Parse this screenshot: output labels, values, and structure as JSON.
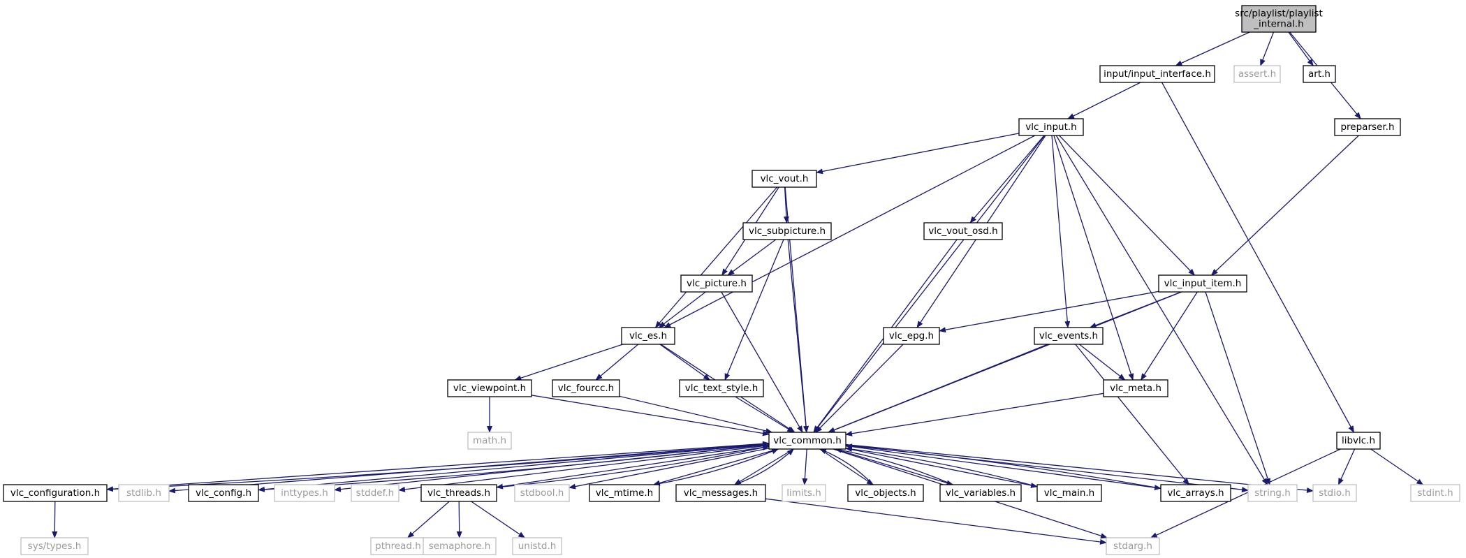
{
  "colors": {
    "edge": "#191970",
    "node_border": "#000000",
    "system_border": "#bfbfbf",
    "root_fill": "#bfbfbf",
    "system_text": "#9a9a9a"
  },
  "nodes": [
    {
      "id": "root",
      "lines": [
        "src/playlist/playlist",
        "_internal.h"
      ],
      "kind": "root"
    },
    {
      "id": "input_interface",
      "lines": [
        "input/input_interface.h"
      ],
      "kind": "normal"
    },
    {
      "id": "assert",
      "lines": [
        "assert.h"
      ],
      "kind": "system"
    },
    {
      "id": "art",
      "lines": [
        "art.h"
      ],
      "kind": "normal"
    },
    {
      "id": "preparser",
      "lines": [
        "preparser.h"
      ],
      "kind": "normal"
    },
    {
      "id": "vlc_input",
      "lines": [
        "vlc_input.h"
      ],
      "kind": "normal"
    },
    {
      "id": "vlc_vout",
      "lines": [
        "vlc_vout.h"
      ],
      "kind": "normal"
    },
    {
      "id": "vlc_subpicture",
      "lines": [
        "vlc_subpicture.h"
      ],
      "kind": "normal"
    },
    {
      "id": "vlc_vout_osd",
      "lines": [
        "vlc_vout_osd.h"
      ],
      "kind": "normal"
    },
    {
      "id": "vlc_picture",
      "lines": [
        "vlc_picture.h"
      ],
      "kind": "normal"
    },
    {
      "id": "vlc_input_item",
      "lines": [
        "vlc_input_item.h"
      ],
      "kind": "normal"
    },
    {
      "id": "vlc_es",
      "lines": [
        "vlc_es.h"
      ],
      "kind": "normal"
    },
    {
      "id": "vlc_epg",
      "lines": [
        "vlc_epg.h"
      ],
      "kind": "normal"
    },
    {
      "id": "vlc_events",
      "lines": [
        "vlc_events.h"
      ],
      "kind": "normal"
    },
    {
      "id": "vlc_viewpoint",
      "lines": [
        "vlc_viewpoint.h"
      ],
      "kind": "normal"
    },
    {
      "id": "vlc_fourcc",
      "lines": [
        "vlc_fourcc.h"
      ],
      "kind": "normal"
    },
    {
      "id": "vlc_text_style",
      "lines": [
        "vlc_text_style.h"
      ],
      "kind": "normal"
    },
    {
      "id": "vlc_meta",
      "lines": [
        "vlc_meta.h"
      ],
      "kind": "normal"
    },
    {
      "id": "math",
      "lines": [
        "math.h"
      ],
      "kind": "system"
    },
    {
      "id": "vlc_common",
      "lines": [
        "vlc_common.h"
      ],
      "kind": "normal"
    },
    {
      "id": "libvlc",
      "lines": [
        "libvlc.h"
      ],
      "kind": "normal"
    },
    {
      "id": "vlc_configuration",
      "lines": [
        "vlc_configuration.h"
      ],
      "kind": "normal"
    },
    {
      "id": "stdlib",
      "lines": [
        "stdlib.h"
      ],
      "kind": "system"
    },
    {
      "id": "vlc_config",
      "lines": [
        "vlc_config.h"
      ],
      "kind": "normal"
    },
    {
      "id": "inttypes",
      "lines": [
        "inttypes.h"
      ],
      "kind": "system"
    },
    {
      "id": "stddef",
      "lines": [
        "stddef.h"
      ],
      "kind": "system"
    },
    {
      "id": "vlc_threads",
      "lines": [
        "vlc_threads.h"
      ],
      "kind": "normal"
    },
    {
      "id": "stdbool",
      "lines": [
        "stdbool.h"
      ],
      "kind": "system"
    },
    {
      "id": "vlc_mtime",
      "lines": [
        "vlc_mtime.h"
      ],
      "kind": "normal"
    },
    {
      "id": "vlc_messages",
      "lines": [
        "vlc_messages.h"
      ],
      "kind": "normal"
    },
    {
      "id": "limits",
      "lines": [
        "limits.h"
      ],
      "kind": "system"
    },
    {
      "id": "vlc_objects",
      "lines": [
        "vlc_objects.h"
      ],
      "kind": "normal"
    },
    {
      "id": "vlc_variables",
      "lines": [
        "vlc_variables.h"
      ],
      "kind": "normal"
    },
    {
      "id": "vlc_main",
      "lines": [
        "vlc_main.h"
      ],
      "kind": "normal"
    },
    {
      "id": "vlc_arrays",
      "lines": [
        "vlc_arrays.h"
      ],
      "kind": "normal"
    },
    {
      "id": "string",
      "lines": [
        "string.h"
      ],
      "kind": "system"
    },
    {
      "id": "stdio",
      "lines": [
        "stdio.h"
      ],
      "kind": "system"
    },
    {
      "id": "stdint",
      "lines": [
        "stdint.h"
      ],
      "kind": "system"
    },
    {
      "id": "sys_types",
      "lines": [
        "sys/types.h"
      ],
      "kind": "system"
    },
    {
      "id": "pthread",
      "lines": [
        "pthread.h"
      ],
      "kind": "system"
    },
    {
      "id": "semaphore",
      "lines": [
        "semaphore.h"
      ],
      "kind": "system"
    },
    {
      "id": "unistd",
      "lines": [
        "unistd.h"
      ],
      "kind": "system"
    },
    {
      "id": "stdarg",
      "lines": [
        "stdarg.h"
      ],
      "kind": "system"
    }
  ],
  "edges": [
    [
      "root",
      "input_interface"
    ],
    [
      "root",
      "assert"
    ],
    [
      "root",
      "art"
    ],
    [
      "root",
      "preparser"
    ],
    [
      "input_interface",
      "vlc_input"
    ],
    [
      "input_interface",
      "libvlc"
    ],
    [
      "preparser",
      "vlc_input_item"
    ],
    [
      "vlc_input",
      "vlc_vout"
    ],
    [
      "vlc_input",
      "vlc_es"
    ],
    [
      "vlc_input",
      "vlc_epg"
    ],
    [
      "vlc_input",
      "vlc_vout_osd"
    ],
    [
      "vlc_input",
      "vlc_common"
    ],
    [
      "vlc_input",
      "vlc_events"
    ],
    [
      "vlc_input",
      "vlc_meta"
    ],
    [
      "vlc_input",
      "vlc_input_item"
    ],
    [
      "vlc_input",
      "string"
    ],
    [
      "vlc_vout",
      "vlc_subpicture"
    ],
    [
      "vlc_vout",
      "vlc_picture"
    ],
    [
      "vlc_vout",
      "vlc_es"
    ],
    [
      "vlc_vout",
      "vlc_common"
    ],
    [
      "vlc_subpicture",
      "vlc_picture"
    ],
    [
      "vlc_subpicture",
      "vlc_text_style"
    ],
    [
      "vlc_subpicture",
      "vlc_common"
    ],
    [
      "vlc_picture",
      "vlc_es"
    ],
    [
      "vlc_picture",
      "vlc_common"
    ],
    [
      "vlc_vout_osd",
      "vlc_common"
    ],
    [
      "vlc_input_item",
      "vlc_epg"
    ],
    [
      "vlc_input_item",
      "vlc_events"
    ],
    [
      "vlc_input_item",
      "vlc_meta"
    ],
    [
      "vlc_input_item",
      "vlc_common"
    ],
    [
      "vlc_input_item",
      "string"
    ],
    [
      "vlc_es",
      "vlc_viewpoint"
    ],
    [
      "vlc_es",
      "vlc_fourcc"
    ],
    [
      "vlc_es",
      "vlc_text_style"
    ],
    [
      "vlc_es",
      "vlc_common"
    ],
    [
      "vlc_epg",
      "vlc_common"
    ],
    [
      "vlc_events",
      "vlc_meta"
    ],
    [
      "vlc_events",
      "vlc_common"
    ],
    [
      "vlc_events",
      "vlc_arrays"
    ],
    [
      "vlc_viewpoint",
      "math"
    ],
    [
      "vlc_viewpoint",
      "vlc_common"
    ],
    [
      "vlc_fourcc",
      "vlc_common"
    ],
    [
      "vlc_text_style",
      "vlc_common"
    ],
    [
      "vlc_meta",
      "vlc_common"
    ],
    [
      "vlc_common",
      "vlc_configuration"
    ],
    [
      "vlc_common",
      "stdlib"
    ],
    [
      "vlc_common",
      "vlc_config"
    ],
    [
      "vlc_common",
      "inttypes"
    ],
    [
      "vlc_common",
      "stddef"
    ],
    [
      "vlc_common",
      "vlc_threads"
    ],
    [
      "vlc_common",
      "stdbool"
    ],
    [
      "vlc_common",
      "vlc_mtime"
    ],
    [
      "vlc_common",
      "vlc_messages"
    ],
    [
      "vlc_common",
      "limits"
    ],
    [
      "vlc_common",
      "vlc_objects"
    ],
    [
      "vlc_common",
      "vlc_variables"
    ],
    [
      "vlc_common",
      "vlc_main"
    ],
    [
      "vlc_common",
      "vlc_arrays"
    ],
    [
      "vlc_common",
      "string"
    ],
    [
      "vlc_common",
      "stdio"
    ],
    [
      "vlc_common",
      "stdarg"
    ],
    [
      "vlc_configuration",
      "vlc_common"
    ],
    [
      "vlc_config",
      "vlc_common"
    ],
    [
      "vlc_threads",
      "vlc_common"
    ],
    [
      "vlc_mtime",
      "vlc_common"
    ],
    [
      "vlc_messages",
      "vlc_common"
    ],
    [
      "vlc_objects",
      "vlc_common"
    ],
    [
      "vlc_variables",
      "vlc_common"
    ],
    [
      "vlc_main",
      "vlc_common"
    ],
    [
      "vlc_arrays",
      "vlc_common"
    ],
    [
      "vlc_configuration",
      "sys_types"
    ],
    [
      "vlc_threads",
      "pthread"
    ],
    [
      "vlc_threads",
      "semaphore"
    ],
    [
      "vlc_threads",
      "unistd"
    ],
    [
      "vlc_messages",
      "stdarg"
    ],
    [
      "libvlc",
      "stdio"
    ],
    [
      "libvlc",
      "stdint"
    ],
    [
      "libvlc",
      "stdarg"
    ]
  ]
}
